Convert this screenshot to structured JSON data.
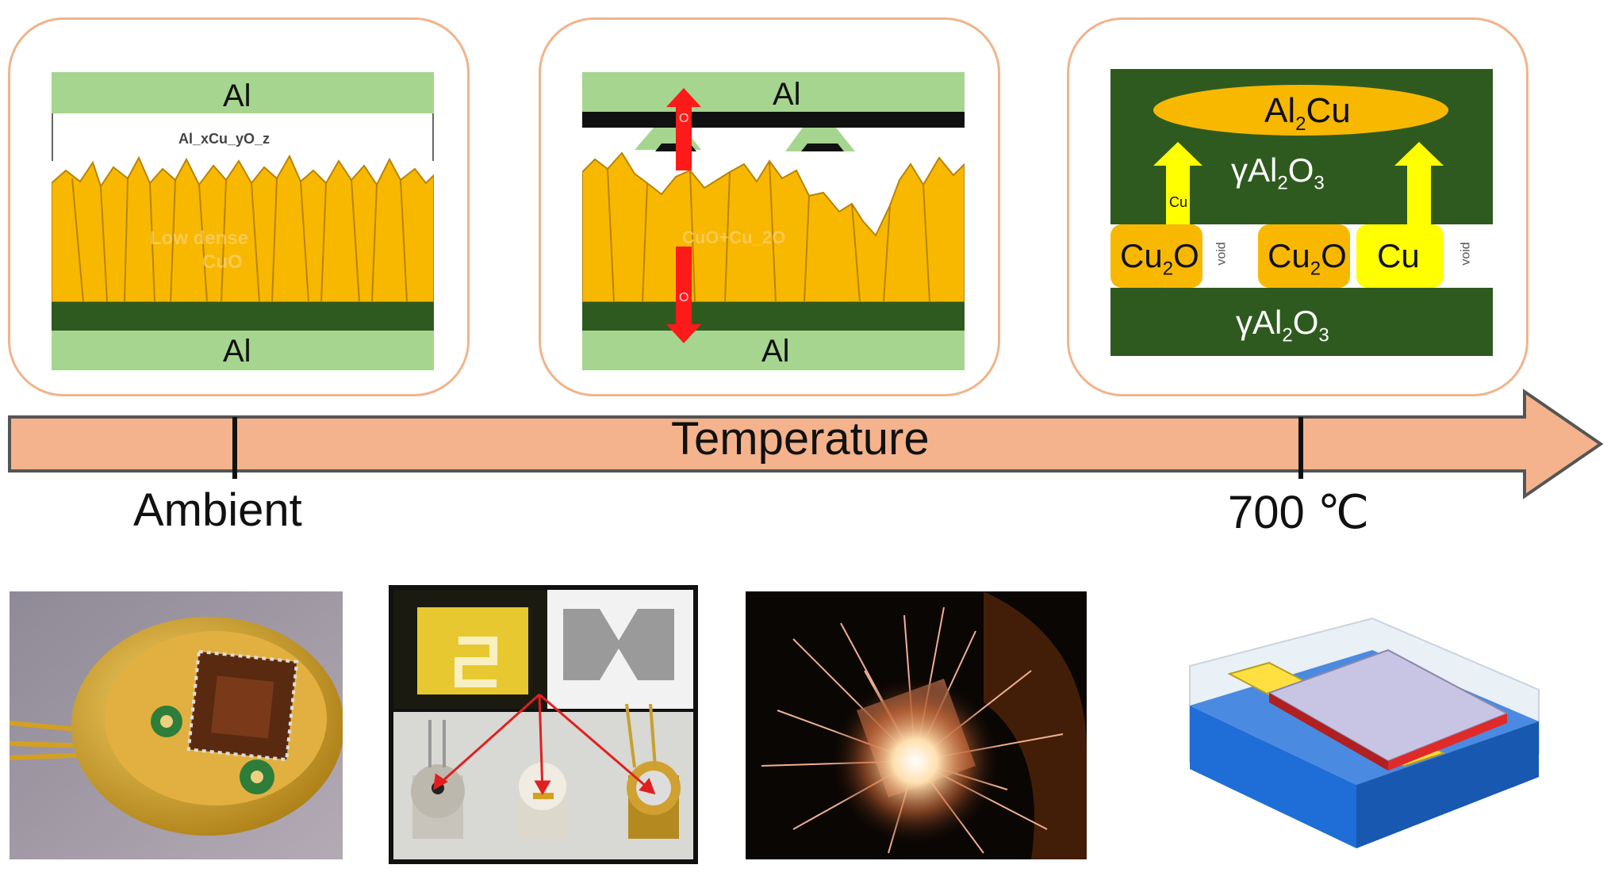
{
  "panel1": {
    "top_label": "Al",
    "interlayer_label": "Al_xCu_yO_z",
    "body_label_1": "Low dense",
    "body_label_2": "CuO",
    "bottom_label": "Al"
  },
  "panel2": {
    "top_label": "Al",
    "body_label": "CuO+Cu_2O",
    "arrow_label": "O",
    "bottom_label": "Al"
  },
  "panel3": {
    "product_label": "Al",
    "product_sub": "2",
    "product_suffix": "Cu",
    "upper_oxide": "γAl",
    "upper_oxide_sub1": "2",
    "upper_oxide_mid": "O",
    "upper_oxide_sub2": "3",
    "arrow_label": "Cu",
    "cu2o_a": "Cu",
    "cu2o_a_sub": "2",
    "cu2o_a_suffix": "O",
    "cu2o_b": "Cu",
    "cu2o_b_sub": "2",
    "cu2o_b_suffix": "O",
    "cu_label": "Cu",
    "void_label": "void",
    "lower_oxide": "γAl",
    "lower_oxide_sub1": "2",
    "lower_oxide_mid": "O",
    "lower_oxide_sub2": "3"
  },
  "axis": {
    "title": "Temperature",
    "start_label": "Ambient",
    "end_label": "700 ℃"
  },
  "colors": {
    "al_layer": "#a5d58f",
    "oxide_layer": "#2f5a1f",
    "cuo_crystal": "#f8b800",
    "arrow_fill": "#f4b38c",
    "oxygen_arrow": "#ff1a1a",
    "cu_arrow": "#ffff00",
    "panel_border": "#f0b48c"
  }
}
